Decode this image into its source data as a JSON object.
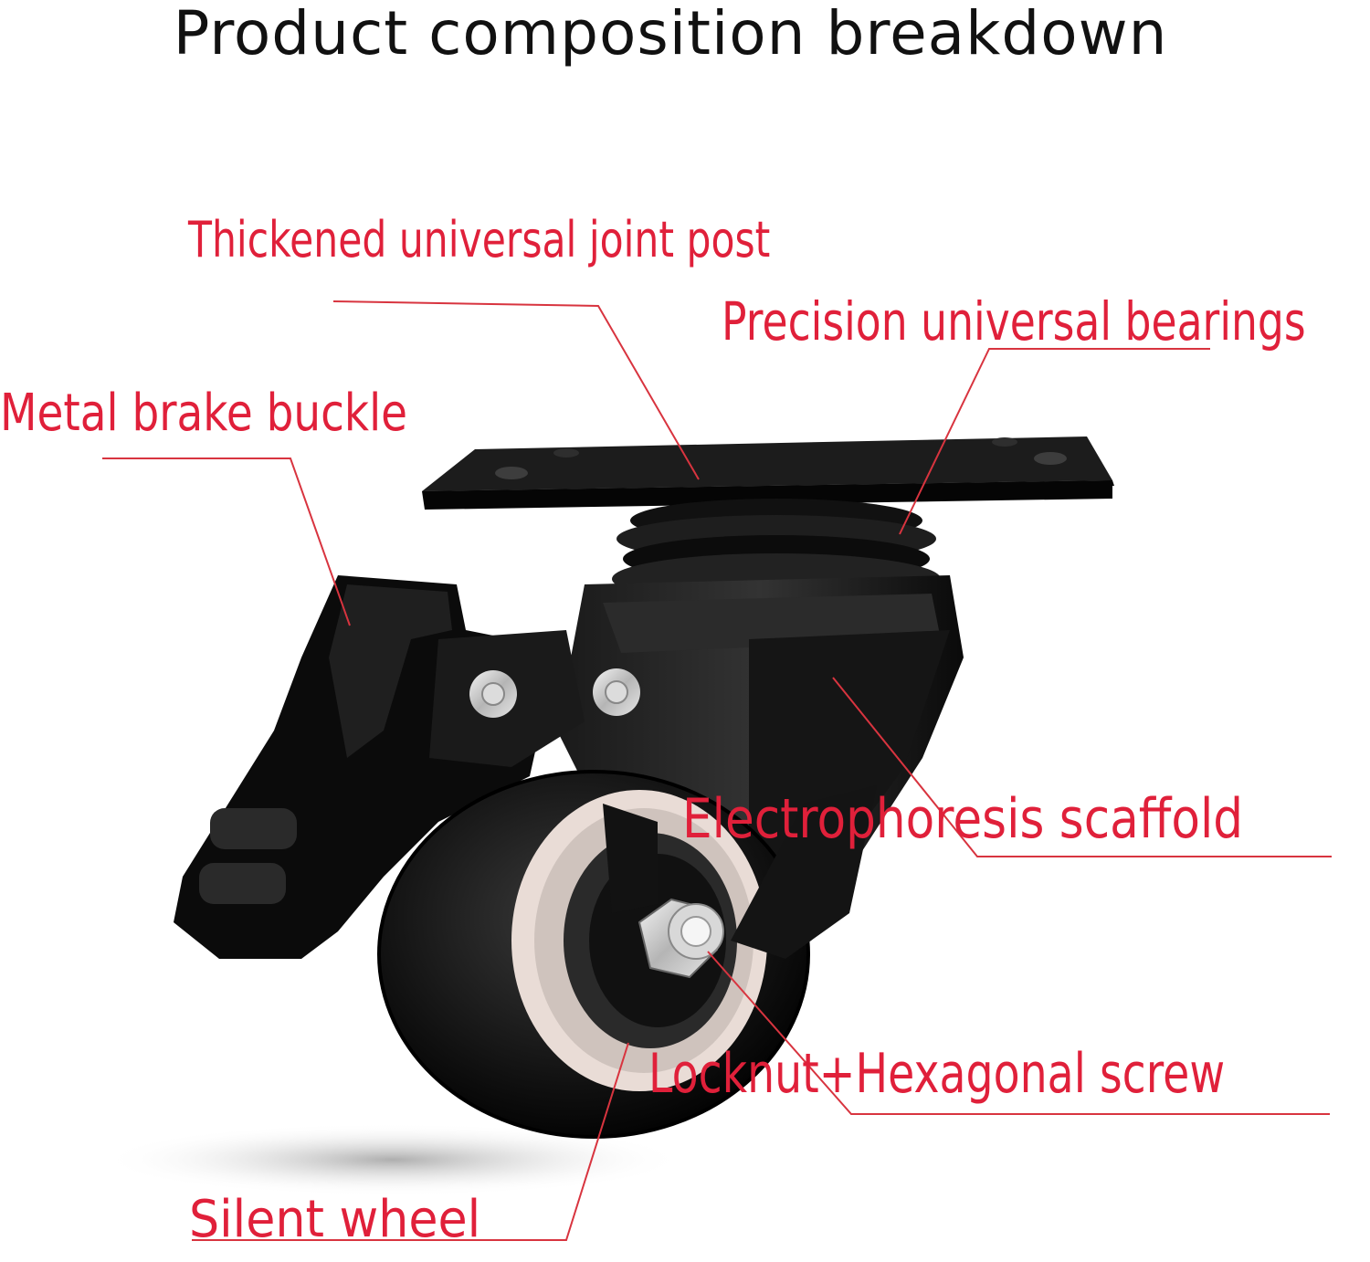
{
  "title": "Product composition breakdown",
  "label_color": "#e0203a",
  "labels": {
    "joint_post": "Thickened universal joint post",
    "bearings": "Precision universal bearings",
    "brake": "Metal brake buckle",
    "scaffold": "Electrophoresis scaffold",
    "screw": "Locknut+Hexagonal screw",
    "wheel": "Silent wheel"
  }
}
